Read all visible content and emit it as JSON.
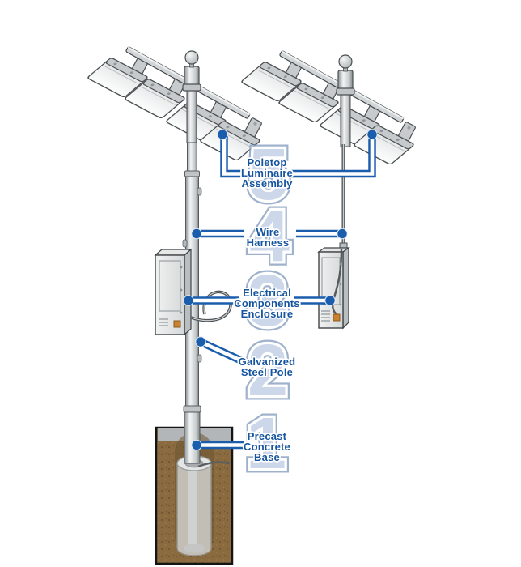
{
  "diagram": {
    "items": [
      {
        "number": "5",
        "lines": [
          "Poletop",
          "Luminaire",
          "Assembly"
        ]
      },
      {
        "number": "4",
        "lines": [
          "Wire",
          "Harness"
        ]
      },
      {
        "number": "3",
        "lines": [
          "Electrical",
          "Components",
          "Enclosure"
        ]
      },
      {
        "number": "2",
        "lines": [
          "Galvanized",
          "Steel Pole"
        ]
      },
      {
        "number": "1",
        "lines": [
          "Precast",
          "Concrete",
          "Base"
        ]
      }
    ],
    "colors": {
      "callout_blue": "#1a5dad",
      "label_blue": "#15549e",
      "numeral_fill": "#ccd7ea",
      "numeral_rim": "#8fa5c4",
      "soil_brown": "#8a6b40",
      "concrete_gray": "#d8dad9",
      "metal_light": "#eef0f0",
      "metal_dark": "#82888b",
      "component_orange": "#c9822f"
    }
  }
}
